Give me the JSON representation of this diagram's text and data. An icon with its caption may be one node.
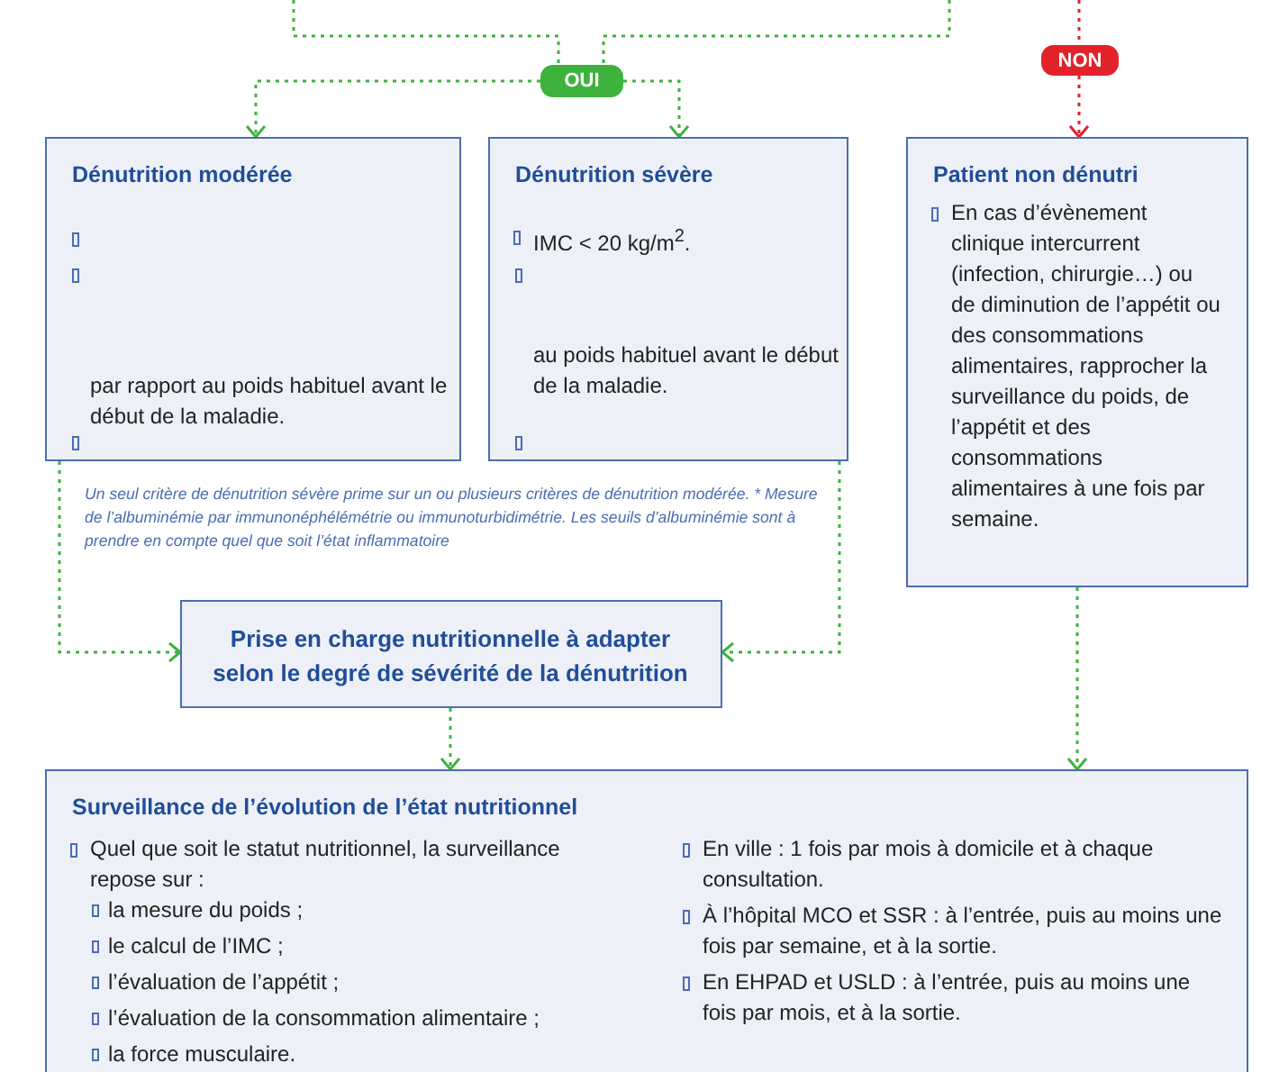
{
  "diagram": {
    "nodes": [
      {
        "text": [
          "OUI"
        ]
      },
      {
        "text": [
          "NON"
        ]
      },
      {
        "text": [
          "Dénutrition modérée",
          "par rapport au poids habituel avant le début de la maladie."
        ]
      },
      {
        "text": [
          "Dénutrition sévère",
          "IMC < 20 kg/m$^{2}$.",
          "au poids habituel avant le début de la maladie."
        ]
      },
      {
        "text": [
          "Patient non dénutri",
          "En cas d’évènement clinique intercurrent (infection, chirurgie…) ou de diminution de l’appétit ou des consommations alimentaires, rapprocher la surveillance du poids, de l’appétit et des consommations alimentaires à une fois par semaine."
        ]
      },
      {
        "text": [
          "Prise en charge nutritionnelle à adapter selon le degré de sévérité de la dénutrition"
        ]
      },
      {
        "text": [
          "Surveillance de l’évolution de l’état nutritionnel",
          "Quel que soit le statut nutritionnel, la surveillance repose sur :",
          "la mesure du poids ;",
          "le calcul de l’IMC ;",
          "l’évaluation de l’appétit ;",
          "l’évaluation de la consommation alimentaire ;",
          "la force musculaire.",
          "En ville : 1 fois par mois à domicile et à chaque consultation.",
          "À l’hôpital MCO et SSR : à l’entrée, puis au moins une fois par semaine, et à la sortie.",
          "En EHPAD et USLD : à l’entrée, puis au moins une fois par mois, et à la sortie."
        ]
      }
    ],
    "edges": [
      {
        "from": null,
        "to": 0,
        "arrow": "none",
        "style": "dashed",
        "color": "#3db33d"
      },
      {
        "from": null,
        "to": 0,
        "arrow": "none",
        "style": "dashed",
        "color": "#3db33d"
      },
      {
        "from": 0,
        "to": 2,
        "arrow": "to",
        "style": "dashed",
        "color": "#3db33d"
      },
      {
        "from": 0,
        "to": 3,
        "arrow": "to",
        "style": "dashed",
        "color": "#3db33d"
      },
      {
        "from": null,
        "to": 1,
        "arrow": "none",
        "style": "dashed",
        "color": "#e2222a"
      },
      {
        "from": 1,
        "to": 4,
        "arrow": "to",
        "style": "dashed",
        "color": "#e2222a"
      },
      {
        "from": 2,
        "to": 5,
        "arrow": "to",
        "style": "dashed",
        "color": "#3db33d"
      },
      {
        "from": 3,
        "to": 5,
        "arrow": "to",
        "style": "dashed",
        "color": "#3db33d"
      },
      {
        "from": 5,
        "to": 6,
        "arrow": "to",
        "style": "dashed",
        "color": "#3db33d"
      },
      {
        "from": 4,
        "to": 6,
        "arrow": "to",
        "style": "dashed",
        "color": "#3db33d"
      }
    ],
    "labels": [
      "Un seul critère de dénutrition sévère prime sur un ou plusieurs critères de dénutrition modérée. * Mesure de l’albuminémie par immunonéphélémétrie ou immunoturbidimétrie. Les seuils d’albuminémie sont à prendre en compte quel que soit l’état inflammatoire"
    ]
  }
}
